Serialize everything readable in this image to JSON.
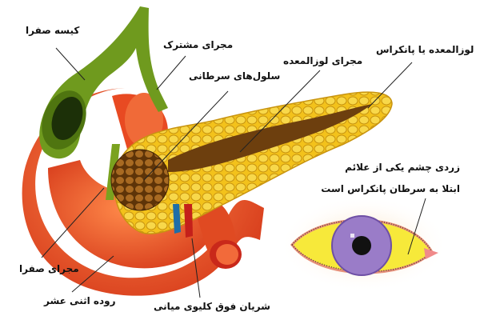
{
  "labels": {
    "gallbladder": "کیسه صفرا",
    "common_duct": "مجرای مشترک",
    "cancer_cells": "سلول‌های سرطانی",
    "pancreatic_duct": "مجرای لوزالمعده",
    "pancreas": "لوزالمعده یا پانکراس",
    "jaundice_line1": "زردی چشم یکی از علائم",
    "jaundice_line2": "ابتلا به سرطان پانکراس است",
    "bile_duct": "مجرای صفرا",
    "duodenum": "روده اثنی عشر",
    "artery": "شریان فوق کلیوی میانی"
  },
  "colors": {
    "gallbladder": "#6f9a1e",
    "pancreas": "#f2c21a",
    "duodenum": "#f0602a",
    "tumor": "#8a5418",
    "eye_white": "#f7e93a",
    "iris": "#9a7cc8"
  }
}
